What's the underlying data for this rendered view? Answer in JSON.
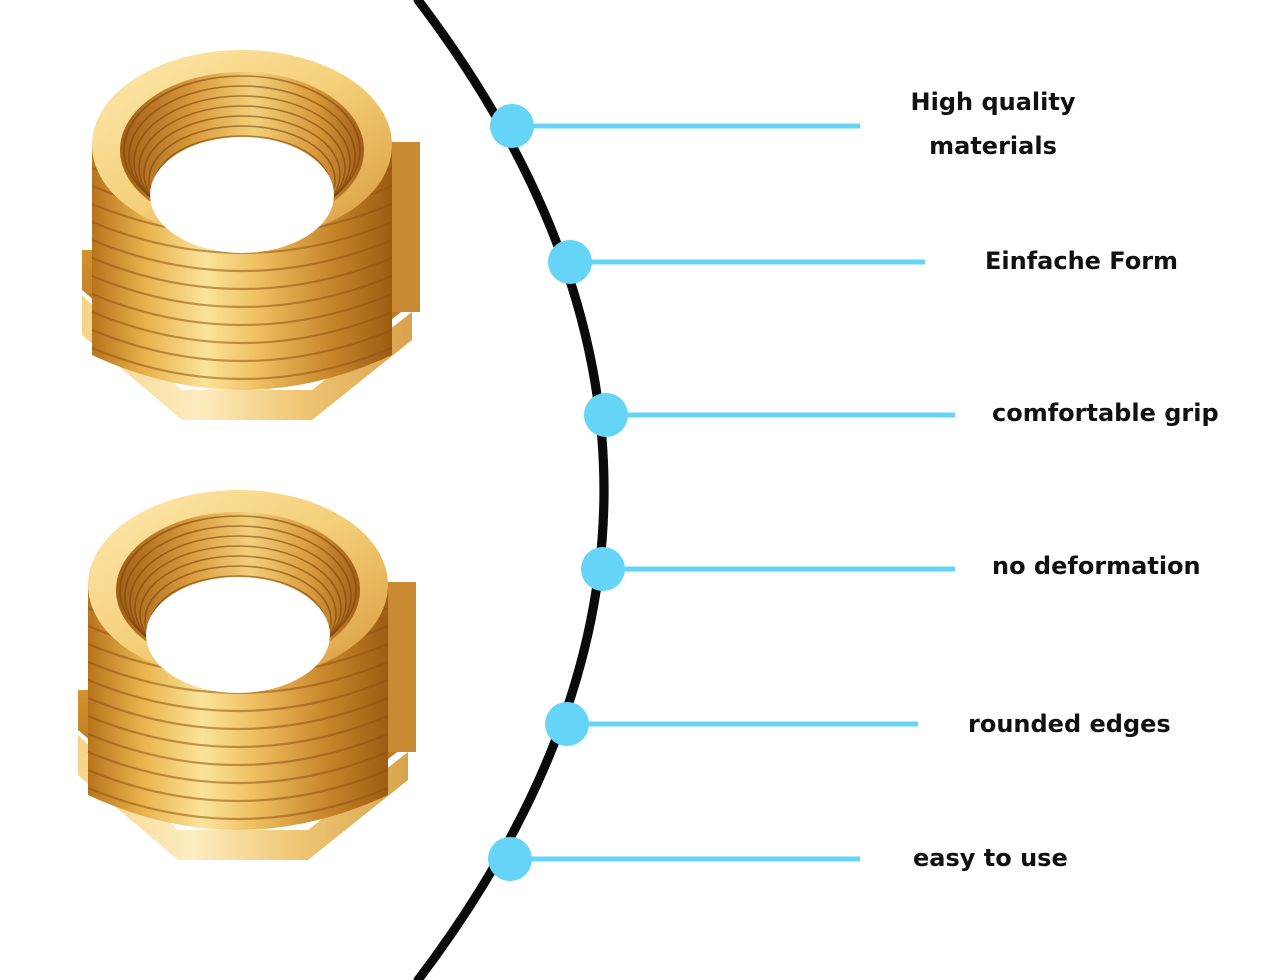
{
  "colors": {
    "background": "#ffffff",
    "arc": "#0a0a0a",
    "accent": "#66d4f7",
    "text": "#111111",
    "brass_light": "#fbe39a",
    "brass_mid": "#e0a941",
    "brass_dark": "#9c5c12"
  },
  "product": {
    "name": "brass-reducing-bushing",
    "count": 2
  },
  "features": [
    {
      "lines": [
        "High quality",
        "materials"
      ]
    },
    {
      "lines": [
        "Einfache Form"
      ]
    },
    {
      "lines": [
        "comfortable grip"
      ]
    },
    {
      "lines": [
        "no deformation"
      ]
    },
    {
      "lines": [
        "rounded edges"
      ]
    },
    {
      "lines": [
        "easy to use"
      ]
    }
  ]
}
